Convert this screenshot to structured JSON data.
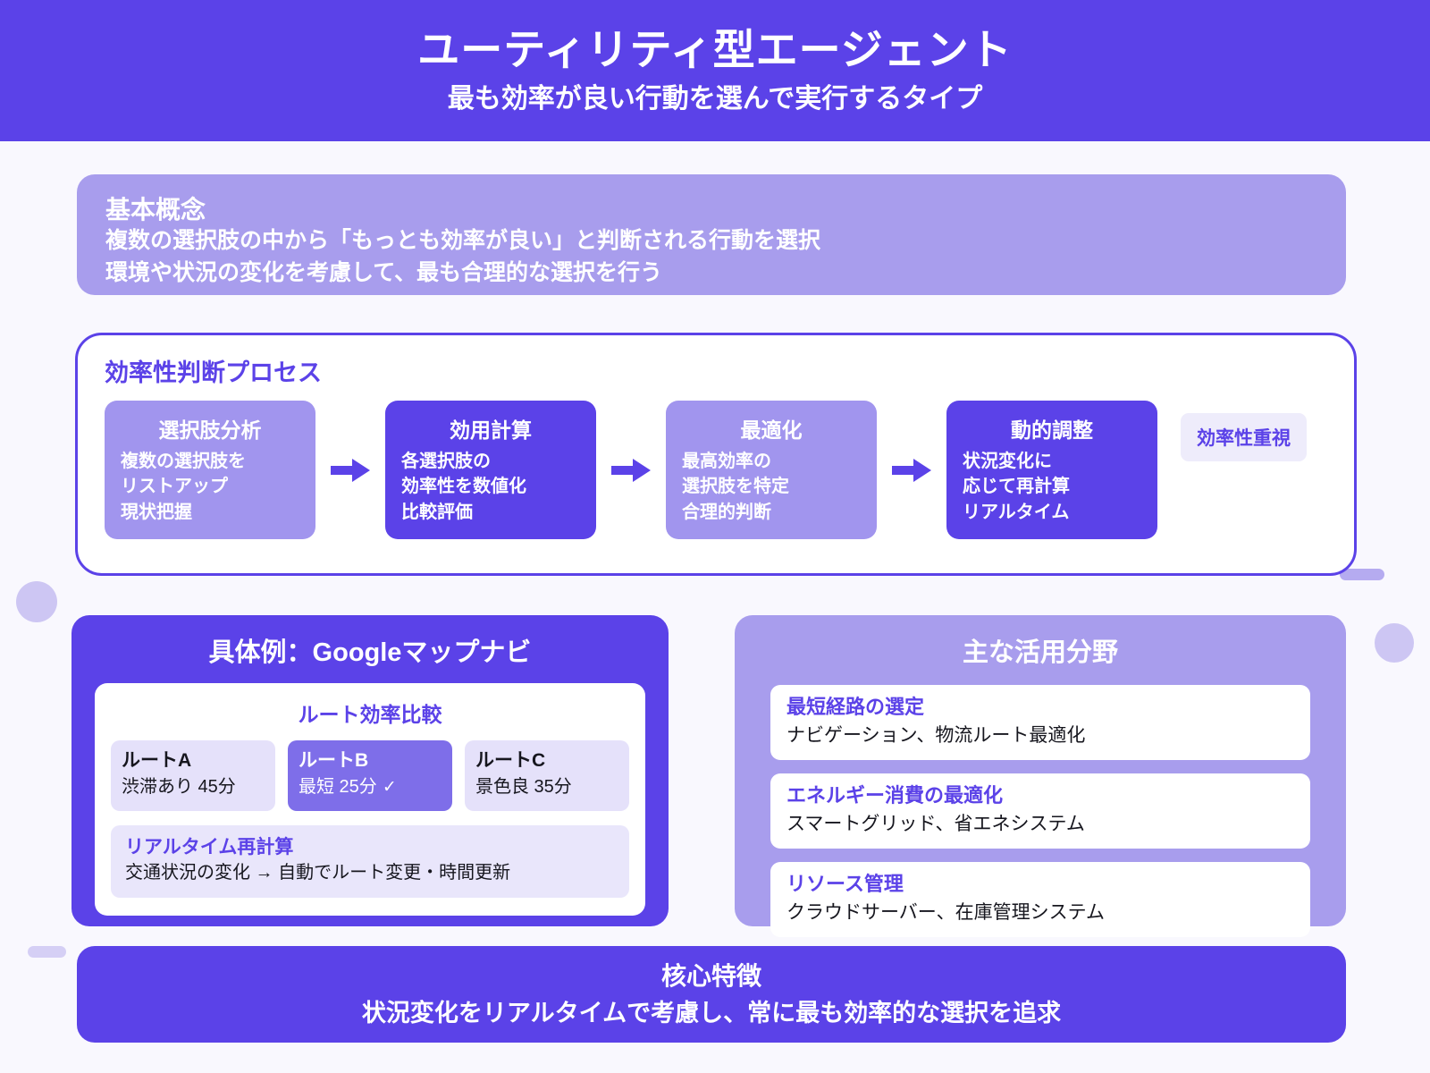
{
  "colors": {
    "brand_dark": "#5b42e8",
    "brand_light": "#a195ee",
    "brand_mid": "#a89ded",
    "badge_bg": "#eeecfb",
    "page_bg": "#f9f8fe",
    "route_best": "#7e6ee9",
    "route_plain": "#e5e1fa"
  },
  "header": {
    "title": "ユーティリティ型エージェント",
    "subtitle": "最も効率が良い行動を選んで実行するタイプ"
  },
  "concept": {
    "title": "基本概念",
    "lines": [
      "複数の選択肢の中から「もっとも効率が良い」と判断される行動を選択",
      "環境や状況の変化を考慮して、最も合理的な選択を行う"
    ]
  },
  "process": {
    "title": "効率性判断プロセス",
    "badge": "効率性重視",
    "steps": [
      {
        "title": "選択肢分析",
        "lines": [
          "複数の選択肢を",
          "リストアップ",
          "現状把握"
        ],
        "style": "light"
      },
      {
        "title": "効用計算",
        "lines": [
          "各選択肢の",
          "効率性を数値化",
          "比較評価"
        ],
        "style": "dark"
      },
      {
        "title": "最適化",
        "lines": [
          "最高効率の",
          "選択肢を特定",
          "合理的判断"
        ],
        "style": "light"
      },
      {
        "title": "動的調整",
        "lines": [
          "状況変化に",
          "応じて再計算",
          "リアルタイム"
        ],
        "style": "dark"
      }
    ]
  },
  "example": {
    "title": "具体例：Googleマップナビ",
    "inner_title": "ルート効率比較",
    "routes": [
      {
        "name": "ルートA",
        "meta": "渋滞あり 45分",
        "best": false,
        "check": ""
      },
      {
        "name": "ルートB",
        "meta": "最短 25分",
        "best": true,
        "check": "✓"
      },
      {
        "name": "ルートC",
        "meta": "景色良 35分",
        "best": false,
        "check": ""
      }
    ],
    "realtime_title": "リアルタイム再計算",
    "realtime_text": "交通状況の変化 → 自動でルート変更・時間更新"
  },
  "fields": {
    "title": "主な活用分野",
    "items": [
      {
        "title": "最短経路の選定",
        "desc": "ナビゲーション、物流ルート最適化"
      },
      {
        "title": "エネルギー消費の最適化",
        "desc": "スマートグリッド、省エネシステム"
      },
      {
        "title": "リソース管理",
        "desc": "クラウドサーバー、在庫管理システム"
      }
    ]
  },
  "footer": {
    "title": "核心特徴",
    "text": "状況変化をリアルタイムで考慮し、常に最も効率的な選択を追求"
  },
  "decorations": {
    "dot_left": "decorative-dot",
    "dot_right": "decorative-dot",
    "bar_right": "decorative-bar",
    "bar_left": "decorative-bar"
  }
}
